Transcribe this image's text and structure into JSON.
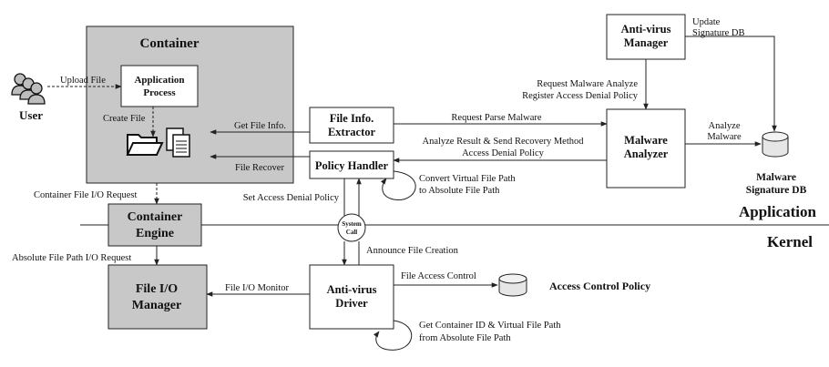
{
  "colors": {
    "gray_fill": "#c8c8c8",
    "box_fill": "#ffffff",
    "stroke": "#222222"
  },
  "container": {
    "title": "Container",
    "app_process": [
      "Application",
      "Process"
    ],
    "create_file": "Create File"
  },
  "user": {
    "label": "User",
    "upload": "Upload File"
  },
  "file_info_extractor": [
    "File Info.",
    "Extractor"
  ],
  "policy_handler": "Policy Handler",
  "av_manager": [
    "Anti-virus",
    "Manager"
  ],
  "malware_analyzer": [
    "Malware",
    "Analyzer"
  ],
  "container_engine": [
    "Container",
    "Engine"
  ],
  "file_io_manager": [
    "File I/O",
    "Manager"
  ],
  "av_driver": [
    "Anti-virus",
    "Driver"
  ],
  "system_call": [
    "System",
    "Call"
  ],
  "malware_db": [
    "Malware",
    "Signature DB"
  ],
  "access_policy": "Access Control Policy",
  "layers": {
    "application": "Application",
    "kernel": "Kernel"
  },
  "labels": {
    "get_file_info": "Get File Info.",
    "file_recover": "File Recover",
    "request_parse": "Request Parse Malware",
    "analyze_result": [
      "Analyze Result & Send Recovery Method",
      "Access Denial Policy"
    ],
    "request_analyze": [
      "Request Malware Analyze",
      "Register Access Denial Policy"
    ],
    "update_db": [
      "Update",
      "Signature DB"
    ],
    "analyze_malware": [
      "Analyze",
      "Malware"
    ],
    "convert_path": [
      "Convert Virtual File Path",
      "to Absolute File Path"
    ],
    "set_access_denial": "Set Access Denial Policy",
    "container_io_request": "Container File I/O Request",
    "absolute_io_request": "Absolute File Path I/O Request",
    "announce_creation": "Announce File Creation",
    "file_io_monitor": "File I/O Monitor",
    "file_access_control": "File Access Control",
    "get_container_id": [
      "Get Container ID & Virtual File Path",
      "from Absolute File Path"
    ]
  }
}
